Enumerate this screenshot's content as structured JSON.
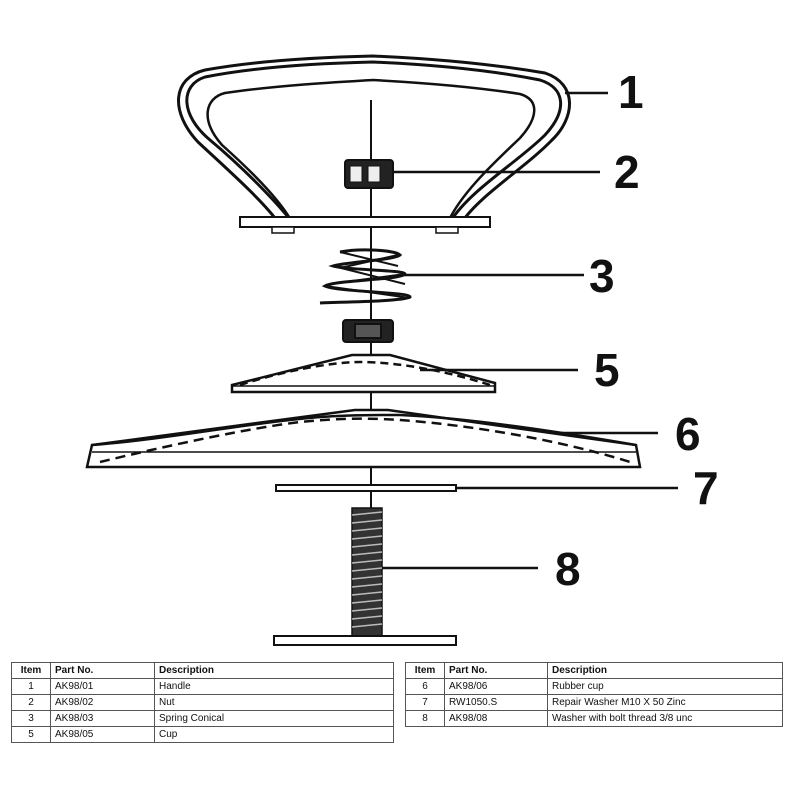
{
  "diagram": {
    "callouts": [
      "1",
      "2",
      "3",
      "5",
      "6",
      "7",
      "8"
    ]
  },
  "parts_table_left": {
    "headers": [
      "Item",
      "Part No.",
      "Description"
    ],
    "rows": [
      {
        "item": "1",
        "part_no": "AK98/01",
        "description": "Handle"
      },
      {
        "item": "2",
        "part_no": "AK98/02",
        "description": "Nut"
      },
      {
        "item": "3",
        "part_no": "AK98/03",
        "description": "Spring Conical"
      },
      {
        "item": "5",
        "part_no": "AK98/05",
        "description": "Cup"
      }
    ]
  },
  "parts_table_right": {
    "headers": [
      "Item",
      "Part No.",
      "Description"
    ],
    "rows": [
      {
        "item": "6",
        "part_no": "AK98/06",
        "description": "Rubber cup"
      },
      {
        "item": "7",
        "part_no": "RW1050.S",
        "description": "Repair Washer M10 X 50 Zinc"
      },
      {
        "item": "8",
        "part_no": "AK98/08",
        "description": "Washer with bolt thread 3/8 unc"
      }
    ]
  }
}
